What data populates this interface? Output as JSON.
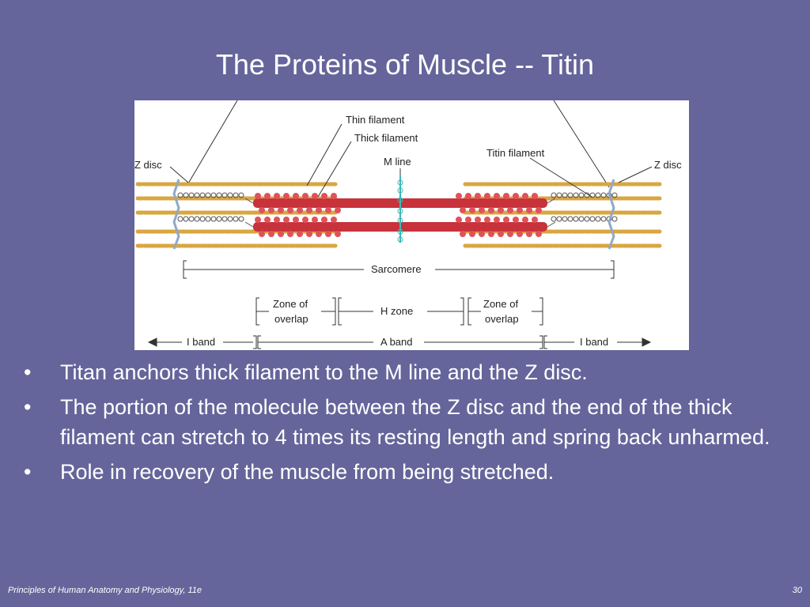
{
  "slide": {
    "title": "The Proteins of Muscle -- Titin",
    "footer_left": "Principles of Human Anatomy and Physiology, 11e",
    "page_number": "30"
  },
  "figure": {
    "labels": {
      "thin_filament": "Thin filament",
      "thick_filament": "Thick filament",
      "m_line": "M line",
      "titin_filament": "Titin filament",
      "z_disc_left": "Z disc",
      "z_disc_right": "Z disc",
      "sarcomere": "Sarcomere",
      "zone_overlap_left_1": "Zone of",
      "zone_overlap_left_2": "overlap",
      "h_zone": "H zone",
      "zone_overlap_right_1": "Zone of",
      "zone_overlap_right_2": "overlap",
      "i_band_left": "I band",
      "a_band": "A band",
      "i_band_right": "I band"
    },
    "colors": {
      "thin": "#d9a640",
      "thick": "#c8323a",
      "myosin_head": "#e0525a",
      "z_disc": "#8fa9c8",
      "titin": "#555555",
      "m_line": "#3fb7b7"
    }
  },
  "bullets": [
    {
      "mark": "•",
      "text": "Titan anchors thick filament to the M line and the Z disc."
    },
    {
      "mark": "•",
      "text": "The portion of the molecule between the Z disc and the end of the thick filament can stretch to 4 times its resting length and spring back unharmed."
    },
    {
      "mark": "•",
      "text": "Role in recovery of the muscle from being stretched."
    }
  ]
}
